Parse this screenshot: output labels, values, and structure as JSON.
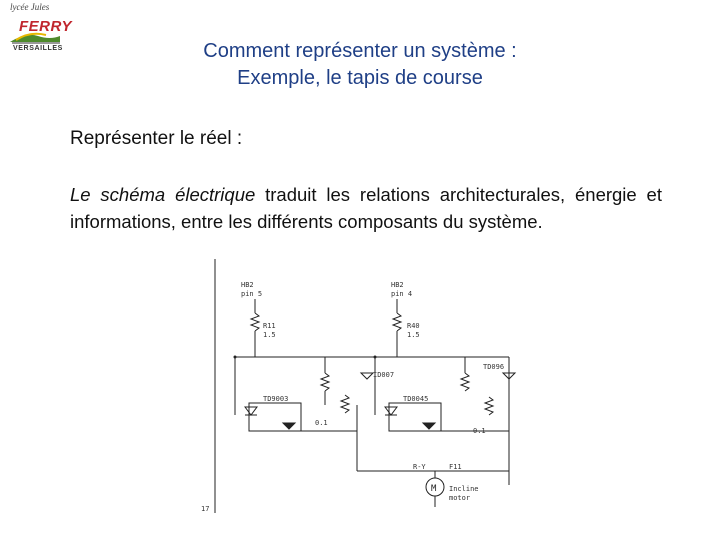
{
  "logo": {
    "tagline": "lycée Jules",
    "brand": "FERRY",
    "city": "VERSAILLES",
    "colors": {
      "red": "#c0262d",
      "green": "#4e8a2c",
      "yellow": "#e6b800"
    }
  },
  "header": {
    "title_line1": "Comment représenter un système :",
    "title_line2": "Exemple, le tapis de course",
    "title_color": "#1f3f86"
  },
  "content": {
    "subheading": "Représenter le réel :",
    "paragraph_emphasis": "Le schéma électrique",
    "paragraph_rest": " traduit les relations architecturales, énergie et informations, entre les différents composants du système."
  },
  "diagram": {
    "page_number": "17",
    "labels": {
      "top_left_a": "HB2",
      "top_left_b": "pin 5",
      "res_left_a": "R11",
      "res_left_b": "1.5",
      "top_right_a": "HB2",
      "top_right_b": "pin 4",
      "res_right_a": "R40",
      "res_right_b": "1.5",
      "opto_left": "TD9003",
      "opto_right": "TD0045",
      "diode_mid": "ID007",
      "diode_right": "TD096",
      "cap_left": "0.1",
      "cap_right": "0.1",
      "relay": "R-Y",
      "fuse": "F11",
      "motor_a": "Incline",
      "motor_b": "motor"
    }
  }
}
